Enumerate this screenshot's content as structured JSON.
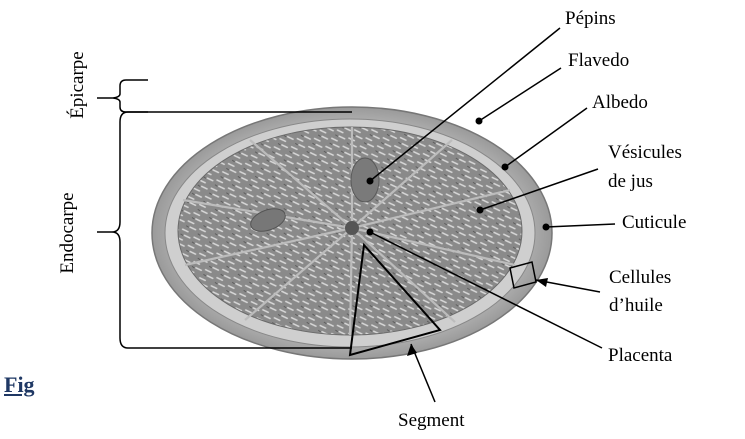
{
  "labels": {
    "pepins": "Pépins",
    "flavedo": "Flavedo",
    "albedo": "Albedo",
    "vesicules_line1": "Vésicules",
    "vesicules_line2": "de jus",
    "cuticule": "Cuticule",
    "cellules_line1": "Cellules",
    "cellules_line2": "d’huile",
    "placenta": "Placenta",
    "segment": "Segment",
    "epicarpe": "Épicarpe",
    "endocarpe": "Endocarpe"
  },
  "caption": "Fig"
}
